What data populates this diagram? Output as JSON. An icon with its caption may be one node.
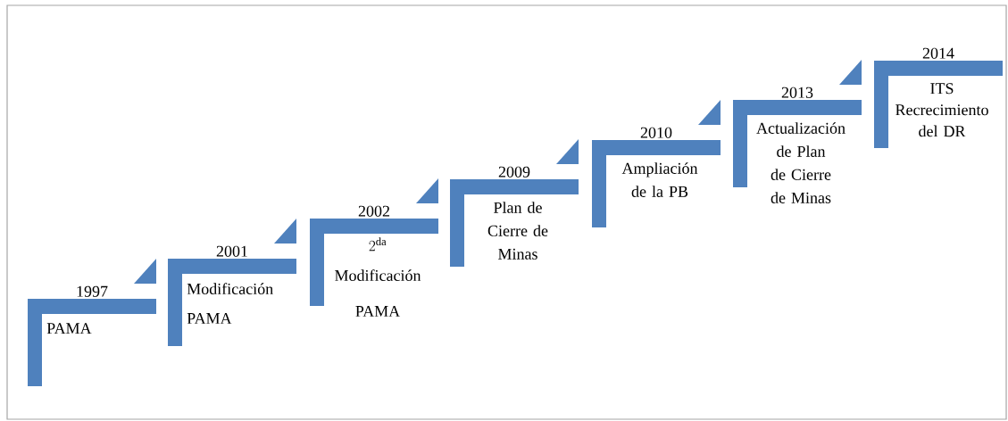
{
  "diagram": {
    "nodes": [
      {
        "text": [
          "1997",
          "PAMA"
        ]
      },
      {
        "text": [
          "2001",
          "Modificación PAMA"
        ]
      },
      {
        "text": [
          "2002",
          "2^{\\mathrm{da}}",
          "Modificación PAMA"
        ]
      },
      {
        "text": [
          "2009",
          "Plan de Cierre de Minas"
        ]
      },
      {
        "text": [
          "2010",
          "Ampliación de la PB"
        ]
      },
      {
        "text": [
          "2013",
          "Actualización de Plan de Cierre de Minas"
        ]
      },
      {
        "text": [
          "2014",
          "ITS Recrecimiento del DR"
        ]
      }
    ]
  }
}
